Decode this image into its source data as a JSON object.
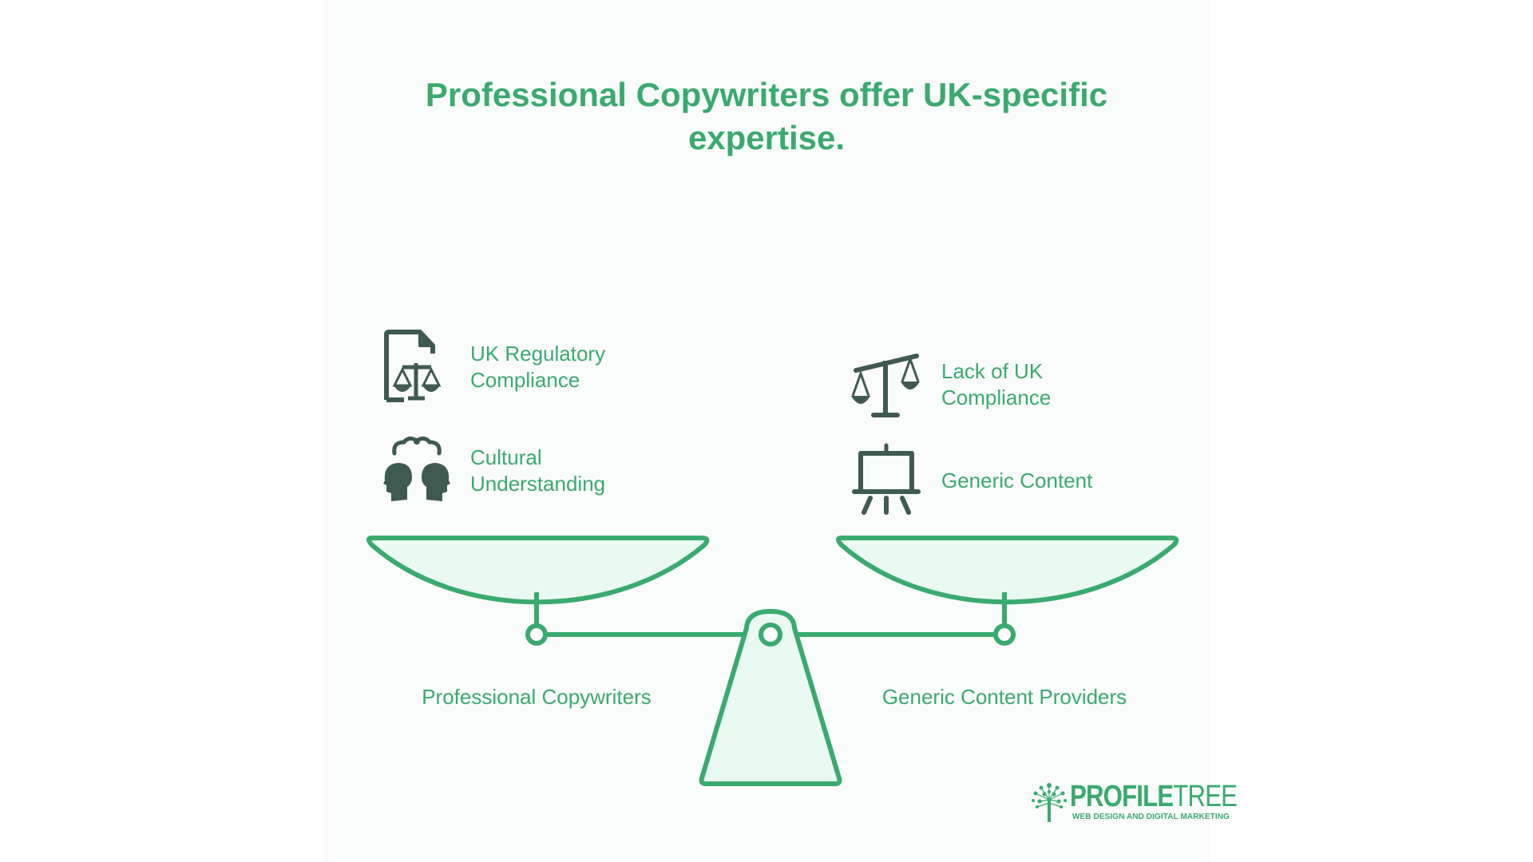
{
  "title": {
    "line1": "Professional Copywriters offer UK-specific",
    "line2": "expertise."
  },
  "left": {
    "label": "Professional Copywriters",
    "items": [
      {
        "icon": "document-scales-icon",
        "line1": "UK Regulatory",
        "line2": "Compliance"
      },
      {
        "icon": "two-heads-icon",
        "line1": "Cultural",
        "line2": "Understanding"
      }
    ]
  },
  "right": {
    "label": "Generic Content Providers",
    "items": [
      {
        "icon": "tilted-scales-icon",
        "line1": "Lack of UK",
        "line2": "Compliance"
      },
      {
        "icon": "easel-icon",
        "line1": "Generic Content",
        "line2": ""
      }
    ]
  },
  "logo": {
    "word_bold": "PROFILE",
    "word_light": "TREE",
    "tagline": "WEB DESIGN AND DIGITAL MARKETING",
    "icon": "tree-icon"
  },
  "colors": {
    "accent": "#3aaa6e",
    "icon": "#3f5a50",
    "pan_fill": "#eafaf2",
    "background": "#fafcfb"
  }
}
